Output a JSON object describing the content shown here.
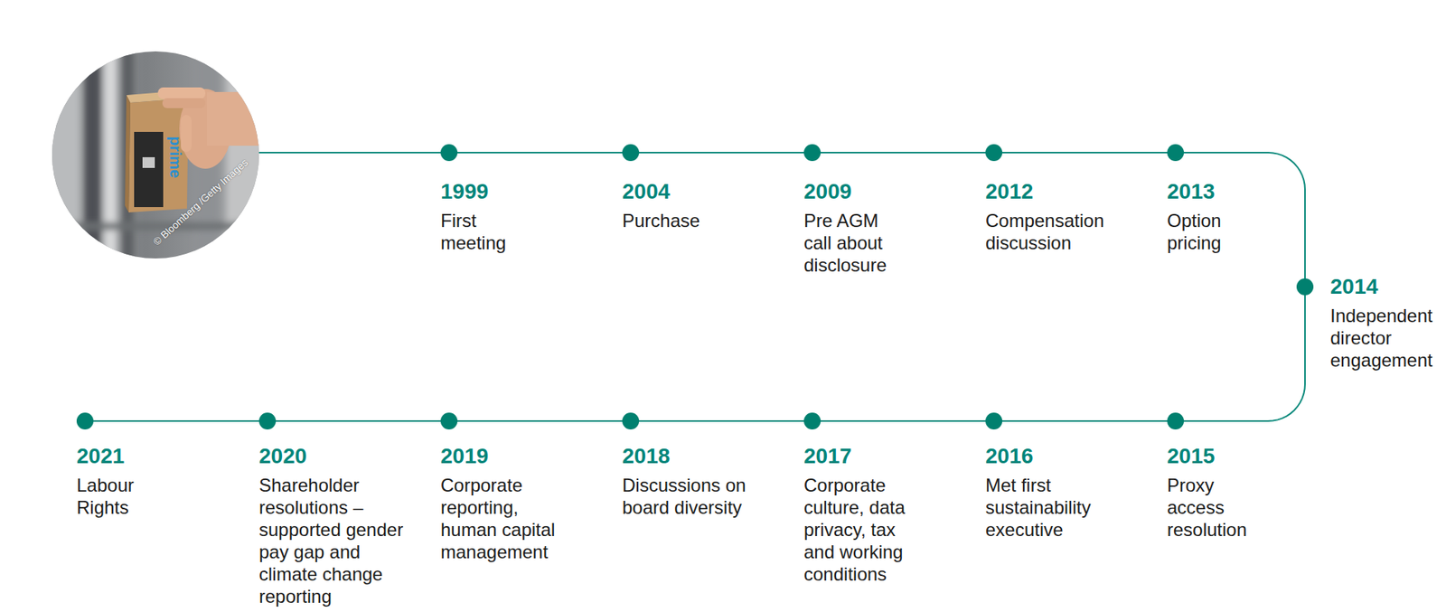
{
  "diagram": {
    "nodes": [
      {
        "text": [
          "1999",
          "First meeting"
        ]
      },
      {
        "text": [
          "2004",
          "Purchase"
        ]
      },
      {
        "text": [
          "2009",
          "Pre AGM call about disclosure"
        ]
      },
      {
        "text": [
          "2012",
          "Compensation discussion"
        ]
      },
      {
        "text": [
          "2013",
          "Option pricing"
        ]
      },
      {
        "text": [
          "2014",
          "Independent director engagement"
        ]
      },
      {
        "text": [
          "2015",
          "Proxy access resolution"
        ]
      },
      {
        "text": [
          "2016",
          "Met first sustainability executive"
        ]
      },
      {
        "text": [
          "2017",
          "Corporate culture, data privacy, tax and working conditions"
        ]
      },
      {
        "text": [
          "2018",
          "Discussions on board diversity"
        ]
      },
      {
        "text": [
          "2019",
          "Corporate reporting, human capital management"
        ]
      },
      {
        "text": [
          "2020",
          "Shareholder resolutions – supported gender pay gap and climate change reporting"
        ]
      },
      {
        "text": [
          "2021",
          "Labour Rights"
        ]
      }
    ],
    "edges": [
      {
        "from": 0,
        "to": 1,
        "arrow": "none"
      },
      {
        "from": 1,
        "to": 2,
        "arrow": "none"
      },
      {
        "from": 2,
        "to": 3,
        "arrow": "none"
      },
      {
        "from": 3,
        "to": 4,
        "arrow": "none"
      },
      {
        "from": 4,
        "to": 5,
        "arrow": "none"
      },
      {
        "from": 5,
        "to": 6,
        "arrow": "none"
      },
      {
        "from": 6,
        "to": 7,
        "arrow": "none"
      },
      {
        "from": 7,
        "to": 8,
        "arrow": "none"
      },
      {
        "from": 8,
        "to": 9,
        "arrow": "none"
      },
      {
        "from": 9,
        "to": 10,
        "arrow": "none"
      },
      {
        "from": 10,
        "to": 11,
        "arrow": "none"
      },
      {
        "from": 11,
        "to": 12,
        "arrow": "none"
      }
    ],
    "labels": [
      "prime",
      "© Bloomberg /Getty Images"
    ]
  }
}
